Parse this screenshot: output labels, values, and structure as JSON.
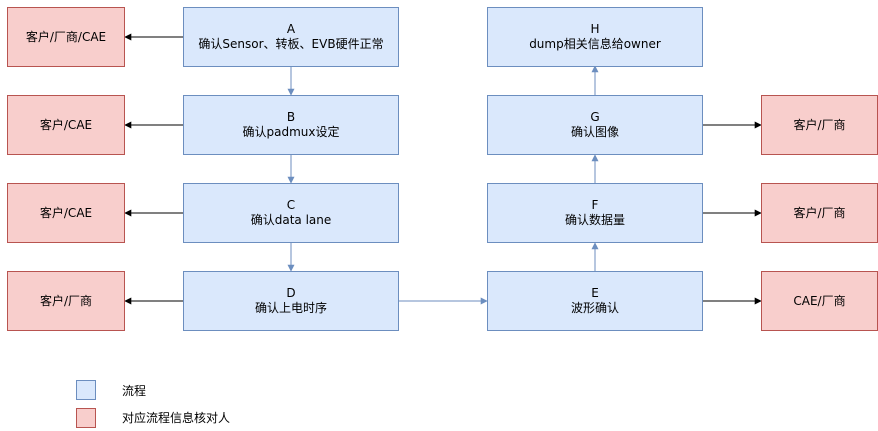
{
  "colors": {
    "process_fill": "#dae8fc",
    "process_stroke": "#6c8ebf",
    "owner_fill": "#f8cecc",
    "owner_stroke": "#b85450",
    "flow_arrow": "#6c8ebf",
    "owner_arrow": "#000000"
  },
  "steps": {
    "A": {
      "letter": "A",
      "text": "确认Sensor、转板、EVB硬件正常"
    },
    "B": {
      "letter": "B",
      "text": "确认padmux设定"
    },
    "C": {
      "letter": "C",
      "text": "确认data lane"
    },
    "D": {
      "letter": "D",
      "text": "确认上电时序"
    },
    "E": {
      "letter": "E",
      "text": "波形确认"
    },
    "F": {
      "letter": "F",
      "text": "确认数据量"
    },
    "G": {
      "letter": "G",
      "text": "确认图像"
    },
    "H": {
      "letter": "H",
      "text": "dump相关信息给owner"
    }
  },
  "owners": {
    "A": "客户/厂商/CAE",
    "B": "客户/CAE",
    "C": "客户/CAE",
    "D": "客户/厂商",
    "E": "CAE/厂商",
    "F": "客户/厂商",
    "G": "客户/厂商"
  },
  "legend": {
    "process": "流程",
    "owner": "对应流程信息核对人"
  }
}
